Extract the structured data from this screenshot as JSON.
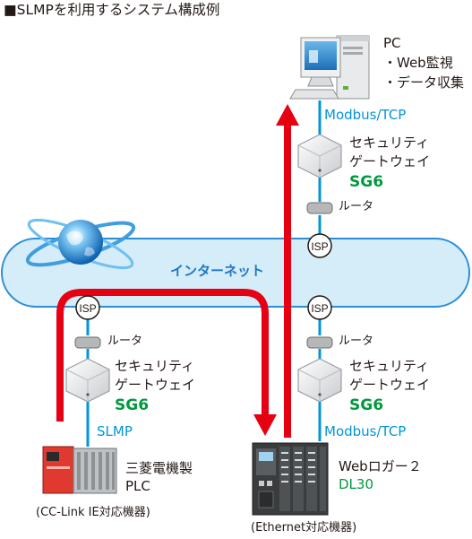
{
  "title": "■SLMPを利用するシステム構成例",
  "colors": {
    "line_blue": "#0095d9",
    "cloud_fill": "#d5ecf9",
    "cloud_stroke": "#2c8fd6",
    "red_path": "#e50012",
    "green": "#009a3e"
  },
  "pc": {
    "label": "PC",
    "items": [
      "・Web監視",
      "・データ収集"
    ]
  },
  "internet": {
    "label": "インターネット"
  },
  "protocols": {
    "modbus_top": "Modbus/TCP",
    "modbus_bottom": "Modbus/TCP",
    "slmp": "SLMP"
  },
  "gateway": {
    "line1": "セキュリティ",
    "line2": "ゲートウェイ",
    "model": "SG6"
  },
  "router": {
    "label": "ルータ"
  },
  "isp": {
    "label": "ISP"
  },
  "plc": {
    "line1": "三菱電機製",
    "line2": "PLC",
    "caption": "(CC-Link IE対応機器)"
  },
  "logger": {
    "line1": "Webロガー２",
    "model": "DL30",
    "caption": "(Ethernet対応機器)"
  }
}
